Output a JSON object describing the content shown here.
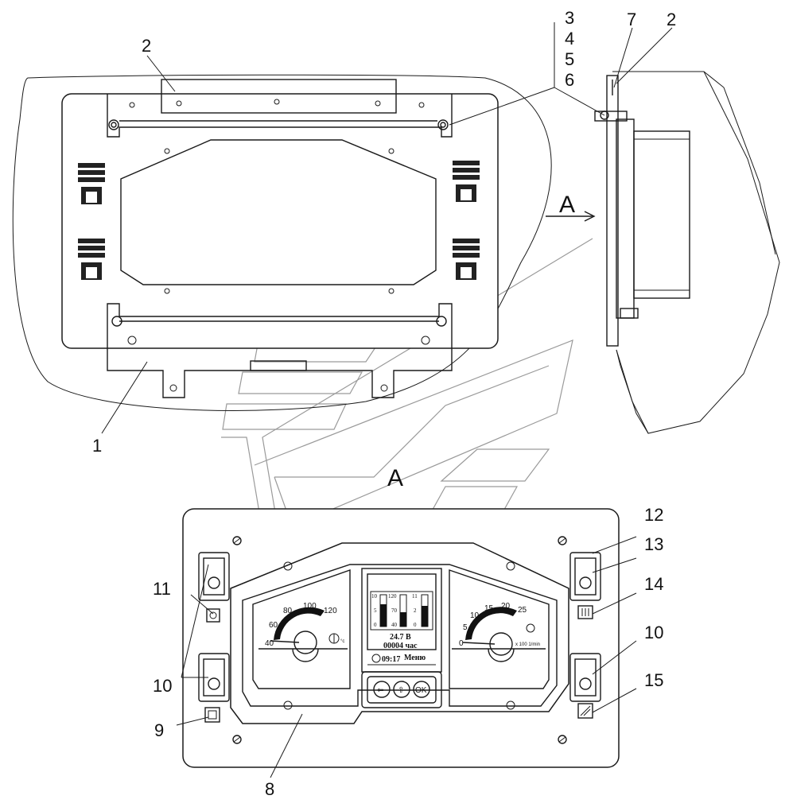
{
  "callouts": {
    "c1": "1",
    "c2a": "2",
    "c2b": "2",
    "c3": "3",
    "c4": "4",
    "c5": "5",
    "c6": "6",
    "c7": "7",
    "c8": "8",
    "c9": "9",
    "c10a": "10",
    "c10b": "10",
    "c11": "11",
    "c12": "12",
    "c13": "13",
    "c14": "14",
    "c15": "15"
  },
  "view_marks": {
    "arrow_label": "A",
    "view_label": "A"
  },
  "speedometer": {
    "ticks": [
      "40",
      "60",
      "80",
      "100",
      "120"
    ]
  },
  "tachometer": {
    "ticks": [
      "0",
      "5",
      "10",
      "15",
      "20",
      "25"
    ],
    "unit": "x 100 1/min"
  },
  "display": {
    "bar1_ticks": [
      "10",
      "5",
      "0"
    ],
    "bar2_ticks": [
      "120",
      "70",
      "40"
    ],
    "bar3_ticks": [
      "11",
      "2",
      "0"
    ],
    "voltage": "24.7 B",
    "hours": "00004 час",
    "time": "09:17",
    "menu": "Меню"
  },
  "buttons": {
    "back": "⇦",
    "up": "⇧",
    "ok": "OK"
  },
  "colors": {
    "line": "#1a1a1a",
    "ghost": "#9a9a9a",
    "background": "#ffffff"
  }
}
